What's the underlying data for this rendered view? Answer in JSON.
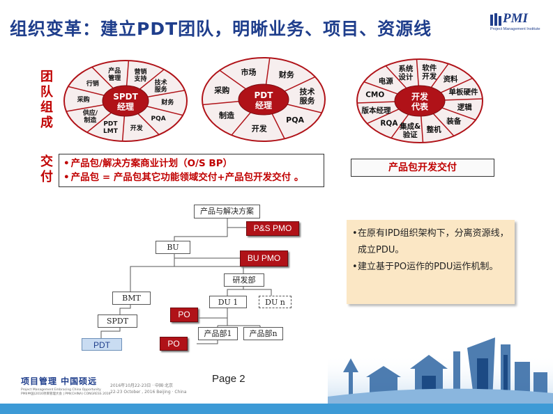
{
  "title": "组织变革：建立PDT团队，明晰业务、项目、资源线",
  "logo": {
    "text": "PMI",
    "sub": "Project Management Institute"
  },
  "team_label": [
    "团",
    "队",
    "组",
    "成"
  ],
  "deliver_label": [
    "交",
    "付"
  ],
  "wheel1": {
    "center": [
      "SPDT",
      "经理"
    ],
    "segments": [
      [
        "营销",
        "支持"
      ],
      [
        "技术",
        "服务"
      ],
      [
        "财务"
      ],
      [
        "PQA"
      ],
      [
        "开发"
      ],
      [
        "PDT",
        "LMT"
      ],
      [
        "供应/",
        "制造"
      ],
      [
        "采购"
      ],
      [
        "行销"
      ],
      [
        "产品",
        "管理"
      ]
    ]
  },
  "wheel2": {
    "center": [
      "PDT",
      "经理"
    ],
    "segments": [
      [
        "财务"
      ],
      [
        "技术",
        "服务"
      ],
      [
        "PQA"
      ],
      [
        "开发"
      ],
      [
        "制造"
      ],
      [
        "采购"
      ],
      [
        "市场"
      ]
    ]
  },
  "wheel3": {
    "center": [
      "开发",
      "代表"
    ],
    "segments": [
      [
        "软件",
        "开发"
      ],
      [
        "资料"
      ],
      [
        "单板硬件"
      ],
      [
        "逻辑"
      ],
      [
        "装备"
      ],
      [
        "整机"
      ],
      [
        "集成&",
        "验证"
      ],
      [
        "RQA"
      ],
      [
        "版本经理"
      ],
      [
        "CMO"
      ],
      [
        "电源"
      ],
      [
        "系统",
        "设计"
      ]
    ]
  },
  "deliverables": [
    "产品包/解决方案商业计划（O/S BP）",
    "产品包 = 产品包其它功能领域交付+产品包开发交付 。"
  ],
  "dev_deliverable": "产品包开发交付",
  "org_chart": {
    "root": "产品与解决方案",
    "ps_pmo": "P&S PMO",
    "bu": "BU",
    "bu_pmo": "BU  PMO",
    "rd": "研发部",
    "bmt": "BMT",
    "du1": "DU  1",
    "dun": "DU  n",
    "spdt": "SPDT",
    "pdt": "PDT",
    "po1": "PO",
    "po2": "PO",
    "prod1": "产品部1",
    "prodn": "产品部n"
  },
  "notes": [
    "在原有IPD组织架构下，分离资源线，成立PDU。",
    "建立基于PO运作的PDU运作机制。"
  ],
  "footer": {
    "cn": "项目管理 中国硕远",
    "en1": "Project Management Embracing China Opportunity",
    "en2": "PMI(中国)2016项目管理大会 | PMI(CHINA) CONGRESS 2016",
    "date_cn": "2016年10月22-23日 · 中国·北京",
    "date_en": "22-23 October , 2016 Beijing · China",
    "page": "Page 2"
  },
  "colors": {
    "title": "#1f3e8c",
    "accent_red": "#b01218",
    "wheel_fill": "#f6eeee",
    "note_bg": "#fbe7c5",
    "bar": "#3d9ad6"
  }
}
